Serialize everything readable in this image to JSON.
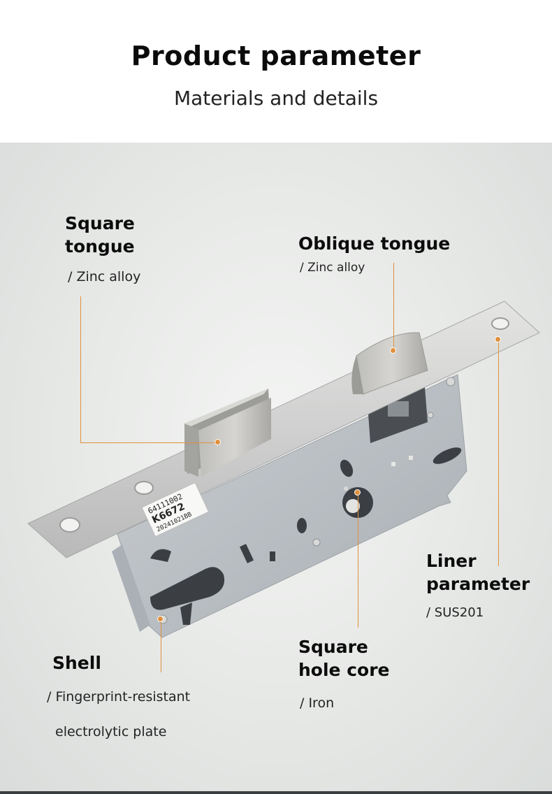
{
  "header": {
    "title": "Product parameter",
    "subtitle": "Materials and details"
  },
  "sticker": {
    "line1": "64111002",
    "line2": "K6672",
    "line3": "20241021BB"
  },
  "labels": {
    "square_tongue": {
      "title_line1": "Square",
      "title_line2": "tongue",
      "material": "/ Zinc alloy"
    },
    "oblique_tongue": {
      "title": "Oblique tongue",
      "material": "/ Zinc alloy"
    },
    "liner": {
      "title_line1": "Liner",
      "title_line2": "parameter",
      "material": "/ SUS201"
    },
    "shell": {
      "title": "Shell",
      "material_line1": "/ Fingerprint-resistant",
      "material_line2": "electrolytic plate"
    },
    "square_hole_core": {
      "title_line1": "Square",
      "title_line2": "hole core",
      "material": "/ Iron"
    }
  },
  "colors": {
    "accent": "#e0913c",
    "background": "#e6e8e6",
    "text": "#0c0c0c"
  }
}
